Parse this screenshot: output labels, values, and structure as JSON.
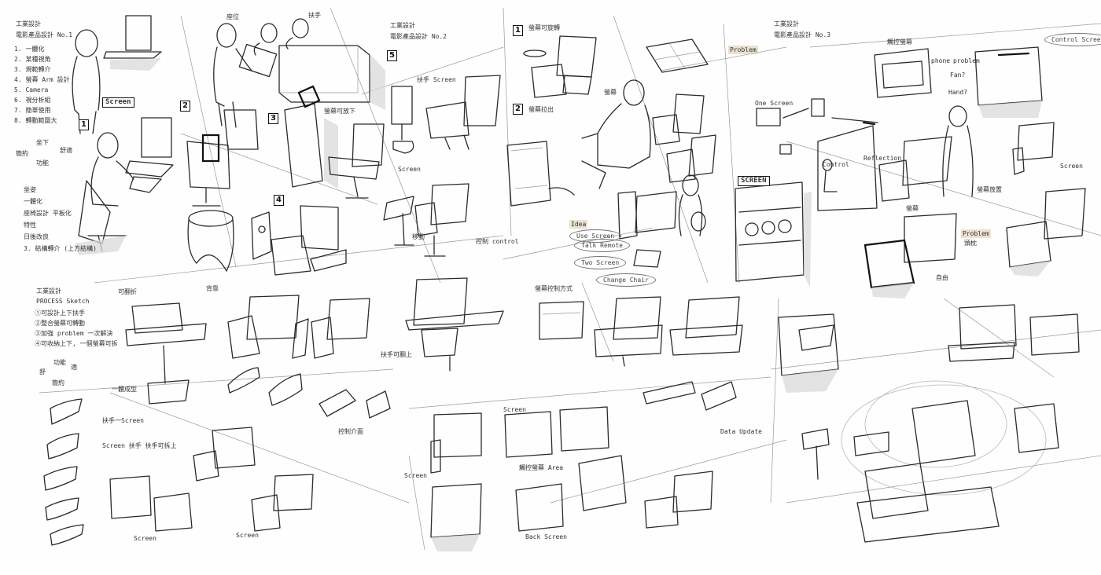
{
  "notes": {
    "n1a": "工業設計",
    "n1b": "電影產品設計 No.1",
    "n1_list": [
      "1. 一體化",
      "2. 某種視角",
      "3. 規範轉介",
      "4. 螢幕 Arm 設計",
      "5. Camera",
      "6. 視分析組",
      "7. 簡單使用",
      "8. 轉動範圍大"
    ],
    "screen_label": "Screen",
    "n1_axis": [
      "坐下",
      "簡約",
      "舒適",
      "功能"
    ],
    "n1_block": [
      "坐姿",
      "一體化",
      "座椅設計 平板化",
      "特性",
      "日後改良",
      "3. 結構轉介 (上方結構)"
    ],
    "n2a": "工業設計",
    "n2b": "電影產品設計 No.2",
    "n3a": "工業設計",
    "n3b": "電影產品設計 No.3",
    "n4_head": [
      "工業設計",
      "PROCESS Sketch"
    ],
    "n4_list": [
      "①可設計上下扶手",
      "②整合螢幕可轉動",
      "③加強 problem 一次解決",
      "④可收納上下, 一個螢幕可拆"
    ],
    "n4_axis": [
      "功能",
      "舒",
      "適",
      "簡約"
    ],
    "top_label_a": "座位",
    "top_label_b": "扶手",
    "label_screen_fold": "螢幕可放下",
    "label_arm_screen": "扶手 Screen",
    "label_screen_rotate": "螢幕可旋轉",
    "label_screen_pull": "螢幕拉出",
    "label_arm_small": "螢幕",
    "label_screen_side": "Screen",
    "label_control": "控制 control",
    "label_move": "移動",
    "tag_problem1": "Problem",
    "tag_problem2": "Problem",
    "tag_idea": "Idea",
    "bubble_use_screen": "Use Screen",
    "bubble_talk_remote": "Talk Remote",
    "bubble_two_screen": "Two Screen",
    "bubble_change_chair": "Change Chair",
    "screen_big": "SCREEN",
    "label_one_screen": "One Screen",
    "label_reflection": "Reflection",
    "label_control2": "Control",
    "label_phone": "phone",
    "label_problem_r": "problem",
    "label_fan": "Fan?",
    "label_hand": "Hand?",
    "label_control_screen": "Control Screen",
    "label_touch": "觸控螢幕",
    "label_screen_r": "Screen",
    "label_screen_place": "螢幕放置",
    "label_head": "頭枕",
    "label_free": "自由",
    "label_screen_right": "螢幕",
    "label_folding": "可翻折",
    "label_screen_ctrl": "螢幕控制方式",
    "label_screen_arm": "扶手一Screen",
    "label_screen_arm2": "Screen 扶手 扶手可拆上",
    "label_recline": "扶手可翻上",
    "label_screen_bottom": "Screen",
    "label_screen_bottom2": "Screen",
    "label_control_bottom": "控制介面",
    "label_data_update": "Data Update",
    "label_back_screen": "Back Screen",
    "label_touch_area": "觸控螢幕 Area",
    "label_screen_c": "Screen",
    "label_screen_c2": "Screen",
    "label_b1": "背靠",
    "label_b2": "一體成型"
  }
}
